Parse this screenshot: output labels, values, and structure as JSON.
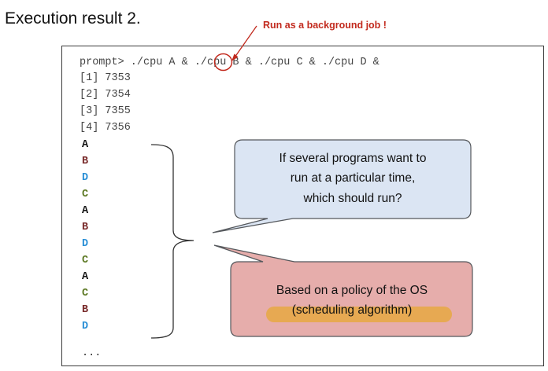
{
  "heading": "Execution result 2.",
  "annotation": "Run as a background job !",
  "terminal": {
    "command": "prompt> ./cpu A & ./cpu B & ./cpu C & ./cpu D &",
    "jobs": [
      "[1] 7353",
      "[2] 7354",
      "[3] 7355",
      "[4] 7356"
    ],
    "output": [
      "A",
      "B",
      "D",
      "C",
      "A",
      "B",
      "D",
      "C",
      "A",
      "C",
      "B",
      "D"
    ],
    "ellipsis": "..."
  },
  "bubbles": {
    "question": [
      "If several programs want to",
      "run at a particular time,",
      "which should run?"
    ],
    "answer": [
      "Based on a policy of the OS",
      "(scheduling algorithm)"
    ]
  },
  "colors": {
    "A": "#111111",
    "B": "#7a2c2c",
    "C": "#5e7a26",
    "D": "#2a8fd6",
    "annotation": "#c22a1e",
    "question_bubble": "#dbe5f3",
    "answer_bubble": "#e6adab",
    "highlight": "#e7a84a"
  }
}
